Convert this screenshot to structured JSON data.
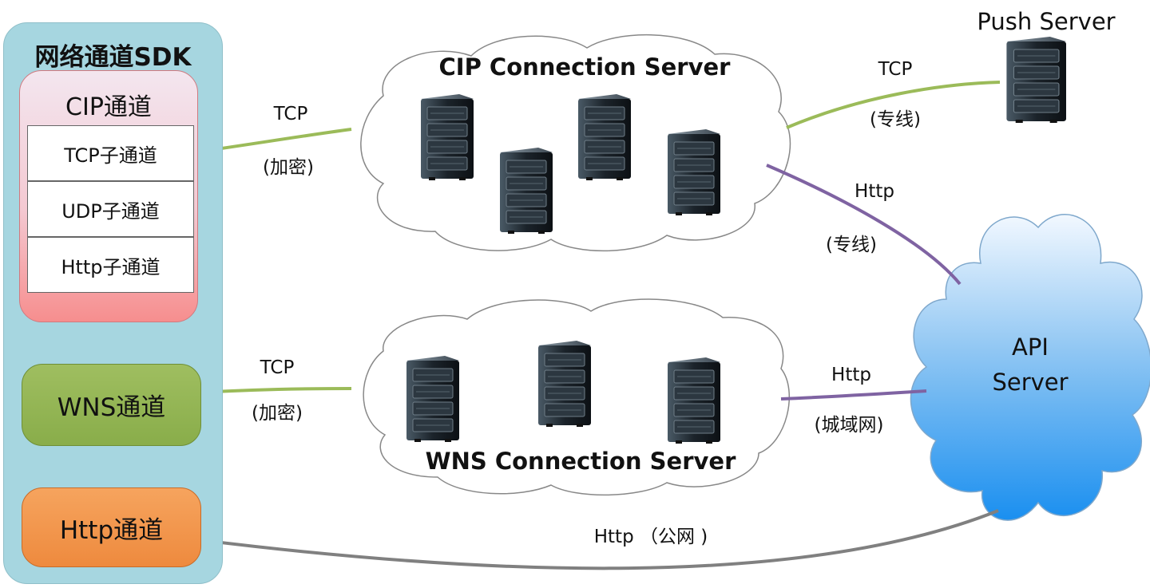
{
  "sdk": {
    "title": "网络通道SDK",
    "cip_channel": {
      "title": "CIP通道",
      "sub_channels": [
        "TCP子通道",
        "UDP子通道",
        "Http子通道"
      ]
    },
    "wns_channel": "WNS通道",
    "http_channel": "Http通道"
  },
  "servers": {
    "cip": "CIP Connection Server",
    "wns": "WNS Connection Server",
    "push": "Push Server",
    "api_line1": "API",
    "api_line2": "Server"
  },
  "links": {
    "sdk_to_cip": {
      "proto": "TCP",
      "note": "(加密)"
    },
    "sdk_to_wns": {
      "proto": "TCP",
      "note": "(加密)"
    },
    "cip_to_push": {
      "proto": "TCP",
      "note": "(专线)"
    },
    "cip_to_api": {
      "proto": "Http",
      "note": "(专线)"
    },
    "wns_to_api": {
      "proto": "Http",
      "note": "(城域网)"
    },
    "sdk_to_api": {
      "text": "Http （公网 )"
    }
  },
  "colors": {
    "sdk_panel": "#a6d6e0",
    "tcp_link": "#9bbb59",
    "http_private_link": "#7f63a2",
    "public_link": "#808080",
    "api_cloud": "#1e90ff"
  }
}
